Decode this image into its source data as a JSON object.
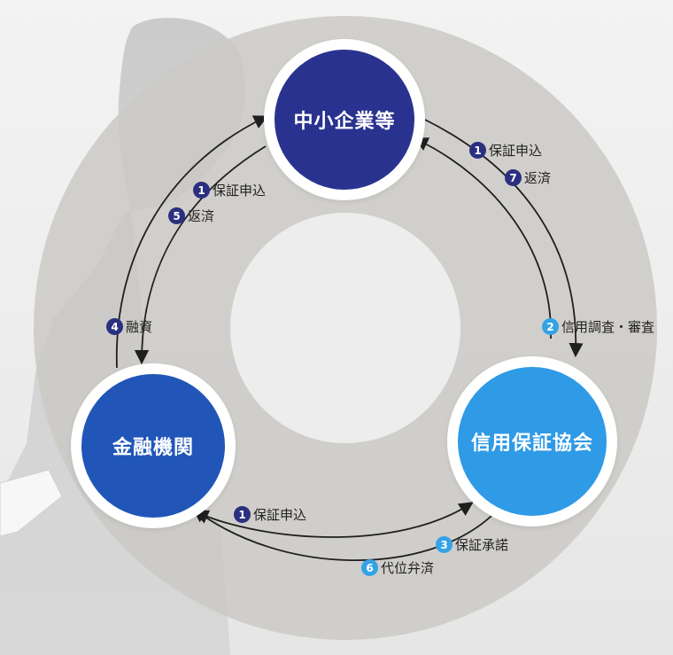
{
  "nodes": {
    "sme": {
      "label": "中小企業等",
      "color": "#29338f"
    },
    "bank": {
      "label": "金融機関",
      "color": "#2156b8"
    },
    "guarantee": {
      "label": "信用保証協会",
      "color": "#2f9ae6"
    }
  },
  "steps": {
    "s1_sme_bank": {
      "num": "1",
      "text": "保証申込"
    },
    "s5": {
      "num": "5",
      "text": "返済"
    },
    "s1_sme_guarantee": {
      "num": "1",
      "text": "保証申込"
    },
    "s7": {
      "num": "7",
      "text": "返済"
    },
    "s4": {
      "num": "4",
      "text": "融資"
    },
    "s2": {
      "num": "2",
      "text": "信用調査・審査"
    },
    "s1_bank_guarantee": {
      "num": "1",
      "text": "保証申込"
    },
    "s3": {
      "num": "3",
      "text": "保証承諾"
    },
    "s6": {
      "num": "6",
      "text": "代位弁済"
    }
  },
  "colors": {
    "ring": "#c9c7c4",
    "hole": "#efefef",
    "arrow": "#1f1f1f",
    "num_dark": "#2a2f7f",
    "num_light": "#33a3e6"
  }
}
